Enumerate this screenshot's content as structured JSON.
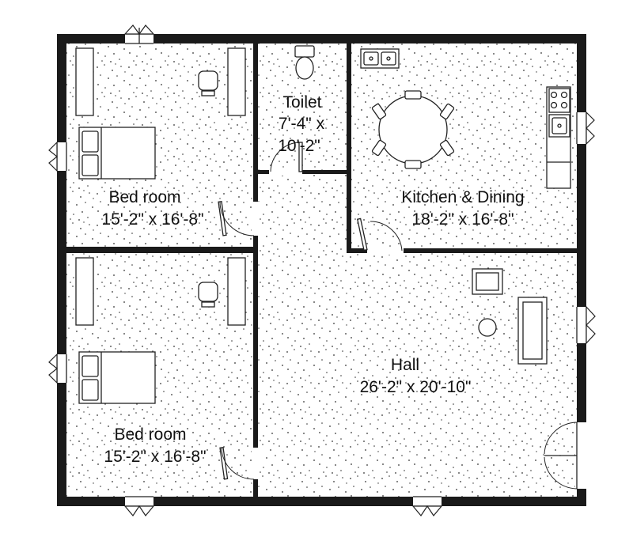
{
  "rooms": {
    "bed_top": {
      "name": "Bed room",
      "size": "15'-2\" x 16'-8\""
    },
    "toilet": {
      "name": "Toilet",
      "size_line1": "7'-4\" x",
      "size_line2": "10'-2\""
    },
    "kitchen": {
      "name": "Kitchen & Dining",
      "size": "18'-2\" x 16'-8\""
    },
    "bed_bottom": {
      "name": "Bed room",
      "size": "15'-2\" x 16'-8\""
    },
    "hall": {
      "name": "Hall",
      "size": "26'-2\" x 20'-10\""
    }
  },
  "colors": {
    "wall": "#1a1a1a",
    "floor": "#ffffff",
    "speckle": "#333333"
  }
}
